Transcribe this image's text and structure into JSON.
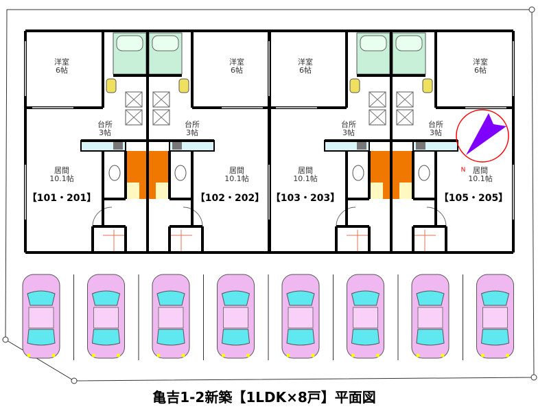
{
  "title": "亀吉1-2新築【1LDK×8戸】平面図",
  "compass_label": "N",
  "units": [
    {
      "label": "【101・201】",
      "western": "洋室",
      "western_size": "6帖",
      "kitchen": "台所",
      "kitchen_size": "3帖",
      "living": "居間",
      "living_size": "10.1帖"
    },
    {
      "label": "【102・202】",
      "western": "洋室",
      "western_size": "6帖",
      "kitchen": "台所",
      "kitchen_size": "3帖",
      "living": "居間",
      "living_size": "10.1帖"
    },
    {
      "label": "【103・203】",
      "western": "洋室",
      "western_size": "6帖",
      "kitchen": "台所",
      "kitchen_size": "3帖",
      "living": "居間",
      "living_size": "10.1帖"
    },
    {
      "label": "【105・205】",
      "western": "洋室",
      "western_size": "6帖",
      "kitchen": "台所",
      "kitchen_size": "3帖",
      "living": "居間",
      "living_size": "10.1帖"
    }
  ],
  "parking_spaces": 8,
  "colors": {
    "bath": "#c8f0d8",
    "toilet": "#f0e060",
    "stairs": "#f07800",
    "counter": "#d8f4f8",
    "car": "#f0b8f0",
    "car_glass": "#60e8f0",
    "compass": "#8000ff",
    "compass_ring": "#ff0000"
  }
}
